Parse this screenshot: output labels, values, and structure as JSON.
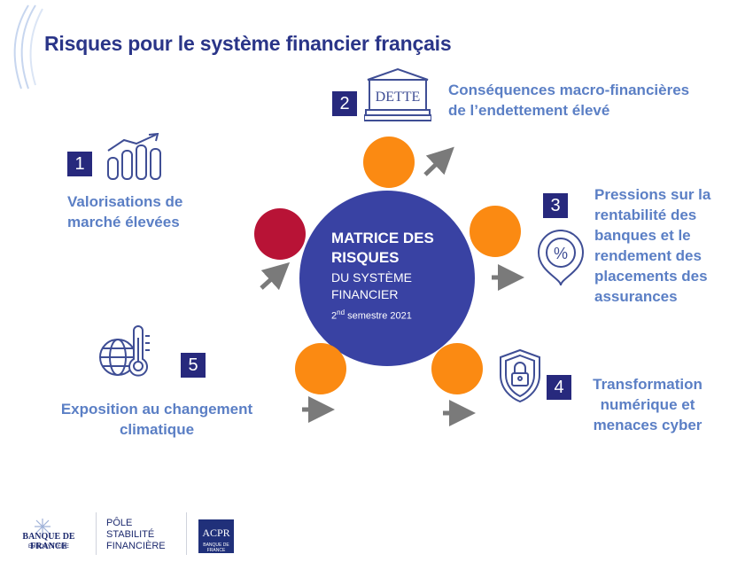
{
  "title": "Risques pour le système financier français",
  "center": {
    "line1": "MATRICE DES",
    "line2": "RISQUES",
    "line3": "DU SYSTÈME",
    "line4": "FINANCIER",
    "ordinal": "2",
    "ordinal_suffix": "nd",
    "period": " semestre 2021"
  },
  "risks": [
    {
      "number": "1",
      "label_lines": [
        "Valorisations de",
        "marché élevées"
      ],
      "icon": "rising-bar-chart-icon",
      "dot_color": "#b81336"
    },
    {
      "number": "2",
      "label_lines": [
        "Conséquences macro-financières",
        "de l’endettement élevé"
      ],
      "icon": "debt-building-icon",
      "icon_text": "DETTE",
      "dot_color": "#fb8a12"
    },
    {
      "number": "3",
      "label_lines": [
        "Pressions sur la",
        "rentabilité des",
        "banques et le",
        "rendement des",
        "placements des",
        "assurances"
      ],
      "icon": "percent-pin-icon",
      "dot_color": "#fb8a12"
    },
    {
      "number": "4",
      "label_lines": [
        "Transformation",
        "numérique et",
        "menaces cyber"
      ],
      "icon": "padlock-shield-icon",
      "dot_color": "#fb8a12"
    },
    {
      "number": "5",
      "label_lines": [
        "Exposition au changement",
        "climatique"
      ],
      "icon": "globe-thermometer-icon",
      "dot_color": "#fb8a12"
    }
  ],
  "footer": {
    "bdf_name": "BANQUE DE FRANCE",
    "bdf_sub": "EUROSYSTÈME",
    "psf_lines": [
      "PÔLE",
      "STABILITÉ",
      "FINANCIÈRE"
    ],
    "acpr": "ACPR",
    "acpr_sub": "BANQUE DE FRANCE"
  },
  "colors": {
    "navy": "#27297d",
    "title": "#2a3588",
    "text": "#5b7fc5",
    "orange": "#fb8a12",
    "red": "#b81336",
    "center": "#3942a3",
    "arrow": "#7a7a7a"
  }
}
